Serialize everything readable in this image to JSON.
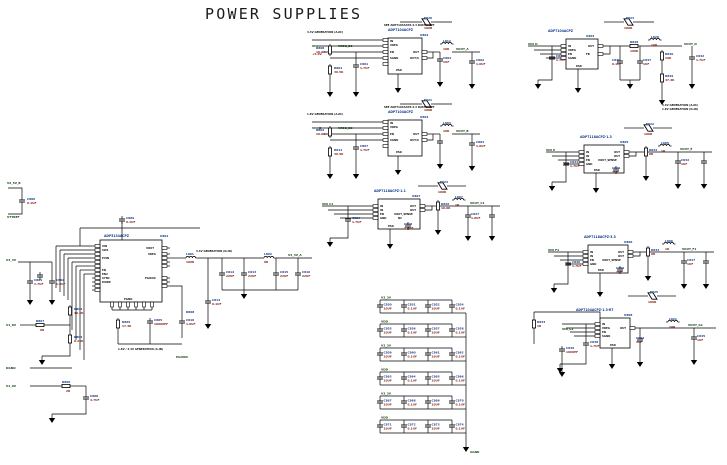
{
  "sheet": {
    "title": "POWER SUPPLIES",
    "background": "#ffffff",
    "wire_color": "#000000",
    "ref_color": "#123a8f",
    "value_color": "#8a1a0a",
    "net_color": "#0b3d0b"
  },
  "symbols": {
    "gnd_label": "AGND",
    "gnd_label_alt": "DGND",
    "pad_label": "PAD"
  },
  "blocks": {
    "vtt_input": {
      "net_in": "V2_5V_B",
      "net_out": "VTTREF",
      "cap_ref": "C806",
      "cap_val": "0.1UF"
    },
    "main_ic": {
      "ref": "U801",
      "part": "ADP5134ACPZ",
      "top_cap_ref": "C809",
      "top_cap_val": "0.1UF",
      "pins_left": [
        "VIN1",
        "SW1",
        "VIN2",
        "SW2",
        "PVIN",
        "AGND",
        "EN1",
        "EN2",
        "EN3",
        "EN4",
        "SYNC",
        "MODE"
      ],
      "pins_right": [
        "VOUT1",
        "VREG",
        "FB1",
        "FB2",
        "FB3",
        "FB4",
        "PGOOD1",
        "PGOOD2",
        "VOUT2",
        "PG"
      ],
      "pins_bottom": [
        "PGND",
        "PGND",
        "PGND",
        "PGND",
        "PGND"
      ],
      "note_left": "1.8V / 3.3V GENERATION (A-IN)",
      "note_right": "3.3V GENERATION (D-IN)"
    },
    "main_passives": {
      "r803_ref": "R803",
      "r803_val": "40.2K",
      "r804_ref": "R804",
      "r804_val": "8.25K",
      "r807_ref": "R807",
      "r807_val": "0R",
      "r805_ref": "R805",
      "r805_val": "17.4K",
      "r806_ref": "R806",
      "r806_val": "2R",
      "c808_ref": "C808",
      "c808_val": "4.7UF",
      "c805_ref": "C805",
      "c805_val": "10000PF",
      "c811_ref": "C811",
      "c811_val": "1000PF",
      "c810_ref": "C810",
      "c810_val": "1.7UF",
      "c814_ref": "C814",
      "c814_val": "0.1UF",
      "l801_ref": "L801",
      "l801_val": "100R",
      "l802_ref": "L802",
      "l802_val": "0R",
      "c812_ref": "C812",
      "c812_val": "22UF",
      "c813_ref": "C813",
      "c813_val": "22UF",
      "c815_ref": "C815",
      "c815_val": "22UF",
      "c816_ref": "C816",
      "c816_val": "22UF",
      "net_in": "V3_3V",
      "net_out": "V3_3V_A",
      "net_pg": "PGOOD",
      "net_vtt": "V1_8V",
      "net_dgnd": "DGND"
    },
    "reg_a": {
      "ic_ref": "U802",
      "part": "ADP7104ACPZ",
      "part_note": "SEE ADP7104ACPZ-3.3 DATASHEET",
      "net_in": "VIN",
      "net_in_val": "+5.0V",
      "net_mid": "VREG_B1",
      "net_out": "VOUT_A",
      "r_top_ref": "R808",
      "r_top_val": "10.0K",
      "r_bot_ref": "R801",
      "r_bot_val": "36.5K",
      "c_in_ref": "C801",
      "c_in_val": "1.7UF",
      "c_out_ref": "C802",
      "c_out_val": "1.0UF",
      "c_f_ref": "C804",
      "c_f_val": "1UF",
      "bead_ref": "E820",
      "bead_val": "100R",
      "l_ref": "L812",
      "l_val": "10R",
      "note": "3.3V GENERATION (A-IN)",
      "pins": [
        "IN",
        "VREG",
        "EN",
        "SGND",
        "PAD",
        "OUT",
        "OUT/S",
        "ADJ",
        "FB"
      ]
    },
    "reg_b": {
      "ic_ref": "U803",
      "part": "ADP7104ACPZ",
      "part_note": "SEE ADP7104ACPZ-3.3 DATASHEET",
      "net_in": "VIN_B",
      "net_mid": "VREG_B2",
      "net_out": "VOUT_B",
      "r_top_ref": "R802",
      "r_top_val": "10.0K",
      "r_bot_ref": "R811",
      "r_bot_val": "36.5K",
      "c_in_ref": "C807",
      "c_in_val": "1.7UF",
      "c_out_ref": "C803",
      "c_out_val": "1.0UF",
      "bead_ref": "E821",
      "bead_val": "100R",
      "l_ref": "L803",
      "l_val": "10R",
      "note": "1.8V GENERATION (A-IN)",
      "pins": [
        "IN",
        "VREG",
        "EN",
        "SGND",
        "PAD",
        "OUT",
        "OUT/S",
        "ADJ",
        "FB"
      ]
    },
    "reg_c": {
      "ic_ref": "U807",
      "part": "ADP7118ACPZ-1.1",
      "net_in": "VIN_C1",
      "net_out": "VOUT_C1",
      "c_in_ref": "C826",
      "c_in_val": "1.7UF",
      "c_out_ref": "C827",
      "c_out_val": "1.0UF",
      "c_mid_ref": "C818",
      "c_mid_val": "1.0UF",
      "r_ref": "R826",
      "r_val": "10.0K",
      "r2_ref": "R827",
      "r2_val": "0R",
      "bead_ref": "E823",
      "bead_val": "100R",
      "l_ref": "L807",
      "l_val": "1R",
      "pins": [
        "IN",
        "IN",
        "EN",
        "GND",
        "OUT",
        "OUT",
        "VOUT_SENSE",
        "PAD",
        "NC"
      ]
    },
    "reg_d": {
      "ic_ref": "U804",
      "part": "ADP7104ACPZ",
      "net_in": "VIN_D",
      "net_out": "VOUT_D",
      "r1_ref": "R828",
      "r1_val": "100K",
      "r2_ref": "R830",
      "r2_val": "10K",
      "r3_ref": "R829",
      "r3_val": "47.4K",
      "c_in_ref": "C821",
      "c_in_val": "1.7UF",
      "c1_ref": "C840",
      "c1_val": "0.1UF",
      "c2_ref": "C847",
      "c2_val": "1UF",
      "c3_ref": "C842",
      "c3_val": "1.7UF",
      "bead_ref": "E824",
      "bead_val": "100R",
      "l_ref": "L820",
      "l_val": "10R",
      "note_1": "3.3V GENERATION (A-IN)",
      "note_2": "1.8V GENERATION (D-IN)",
      "pins": [
        "IN",
        "VREG",
        "EN",
        "SGND",
        "PAD",
        "OUT",
        "OUT/S",
        "ADJ",
        "FB"
      ]
    },
    "reg_e": {
      "ic_ref": "U805",
      "part": "ADP7118ACPZ-1.3",
      "net_in": "VIN_E",
      "net_out": "VOUT_E",
      "c_in_ref": "C831",
      "c_in_val": "1.7UF",
      "c_out_ref": "C832",
      "c_out_val": "1UF",
      "c_mid_ref": "C829",
      "c_mid_val": "1UF",
      "r_ref": "R832",
      "r_val": "0R",
      "bead_ref": "E822",
      "bead_val": "100R",
      "l_ref": "L805",
      "l_val": "1R",
      "pins": [
        "IN",
        "IN",
        "EN",
        "GND",
        "OUT",
        "OUT",
        "VOUT_SENSE",
        "PAD",
        "NC"
      ]
    },
    "reg_f": {
      "ic_ref": "U806",
      "part": "ADP7118ACPZ-3.3",
      "net_in": "VIN_F1",
      "net_out": "VOUT_F1",
      "c_in_ref": "C836",
      "c_in_val": "1.7UF",
      "c_out_ref": "C837",
      "c_out_val": "1UF",
      "c_mid_ref": "C834",
      "c_mid_val": "1UF",
      "r_ref": "R833",
      "r_val": "0R",
      "l_ref": "L806",
      "l_val": "1R",
      "pins": [
        "IN",
        "IN",
        "EN",
        "GND",
        "OUT",
        "OUT",
        "VOUT_SENSE",
        "PAD",
        "NC"
      ]
    },
    "reg_g": {
      "ic_ref": "U808",
      "part": "ADP7104ACPZ-1.3-R7",
      "net_in": "VIN_G1",
      "net_out": "VOUT_G1",
      "r_ref": "R833",
      "r_val": "1R",
      "c_in_ref": "C838",
      "c_in_val": "1.7UF",
      "c_out_ref": "C839",
      "c_out_val": "1000PF",
      "c_mid_ref": "C844",
      "c_mid_val": "1UF",
      "c_last_ref": "C845",
      "c_last_val": "1UF",
      "bead_ref": "E825",
      "bead_val": "100R",
      "l_ref": "L821",
      "l_val": "10R",
      "pins": [
        "IN",
        "VREG",
        "EN",
        "SGND",
        "PAD",
        "OUT",
        "OUT/S",
        "ADJ",
        "FB"
      ]
    }
  },
  "cap_array": {
    "rail_label_left": "V3_3V",
    "rail_label_mid": "VDD",
    "gnd_label": "AGND",
    "columns": 4,
    "rows": [
      [
        {
          "ref": "C850",
          "val": "10UF"
        },
        {
          "ref": "C851",
          "val": "0.1UF"
        },
        {
          "ref": "C852",
          "val": "10UF"
        },
        {
          "ref": "C854",
          "val": "0.1UF"
        }
      ],
      [
        {
          "ref": "C855",
          "val": "10UF"
        },
        {
          "ref": "C856",
          "val": "0.1UF"
        },
        {
          "ref": "C857",
          "val": "10UF"
        },
        {
          "ref": "C858",
          "val": "0.1UF"
        }
      ],
      [
        {
          "ref": "C859",
          "val": "10UF"
        },
        {
          "ref": "C860",
          "val": "0.1UF"
        },
        {
          "ref": "C861",
          "val": "10UF"
        },
        {
          "ref": "C862",
          "val": "0.1UF"
        }
      ],
      [
        {
          "ref": "C863",
          "val": "10UF"
        },
        {
          "ref": "C864",
          "val": "0.1UF"
        },
        {
          "ref": "C865",
          "val": "10UF"
        },
        {
          "ref": "C866",
          "val": "0.1UF"
        }
      ],
      [
        {
          "ref": "C867",
          "val": "10UF"
        },
        {
          "ref": "C868",
          "val": "0.1UF"
        },
        {
          "ref": "C869",
          "val": "10UF"
        },
        {
          "ref": "C870",
          "val": "0.1UF"
        }
      ],
      [
        {
          "ref": "C871",
          "val": "10UF"
        },
        {
          "ref": "C872",
          "val": "0.1UF"
        },
        {
          "ref": "C873",
          "val": "10UF"
        },
        {
          "ref": "C874",
          "val": "0.1UF"
        }
      ]
    ]
  }
}
